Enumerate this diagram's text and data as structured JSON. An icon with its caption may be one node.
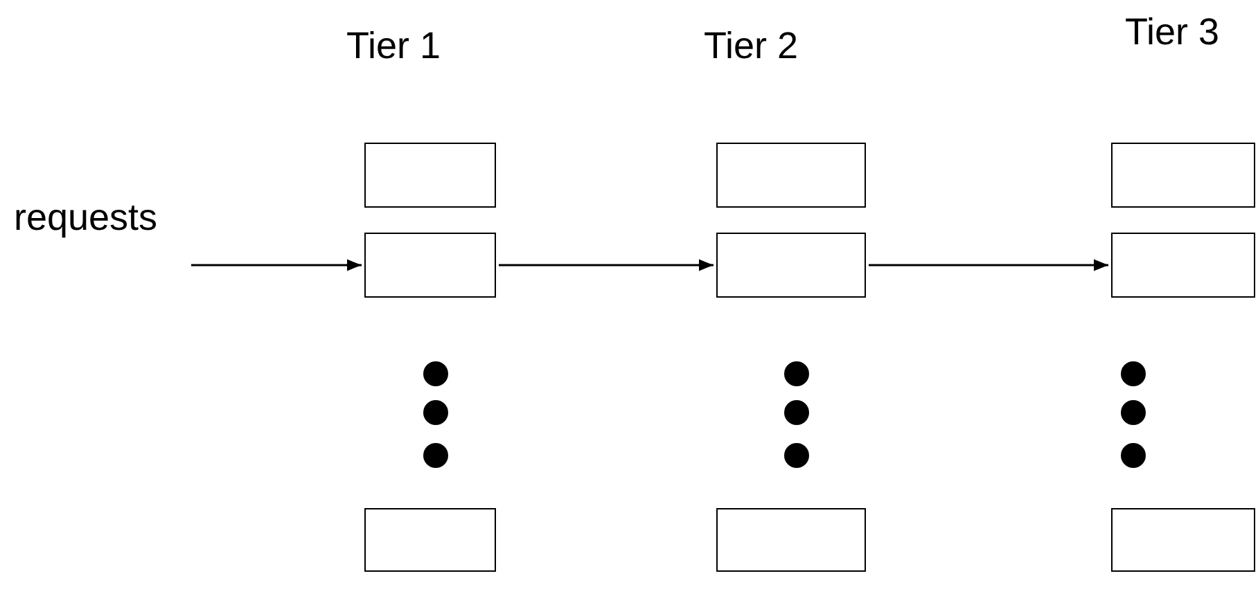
{
  "diagram": {
    "nodes": [
      {
        "text": [],
        "shape": "box"
      },
      {
        "text": [],
        "shape": "box"
      },
      {
        "text": [],
        "shape": "box"
      },
      {
        "text": [],
        "shape": "box"
      },
      {
        "text": [],
        "shape": "box"
      },
      {
        "text": [],
        "shape": "box"
      },
      {
        "text": [],
        "shape": "box"
      },
      {
        "text": [],
        "shape": "box"
      },
      {
        "text": [],
        "shape": "box"
      }
    ],
    "edges": [
      {
        "from": null,
        "to": 1,
        "arrow": "to",
        "label": "requests"
      },
      {
        "from": 1,
        "to": 4,
        "arrow": "to"
      },
      {
        "from": 4,
        "to": 7,
        "arrow": "to"
      }
    ],
    "labels": [
      "Tier 1",
      "Tier 2",
      "Tier 3"
    ]
  }
}
